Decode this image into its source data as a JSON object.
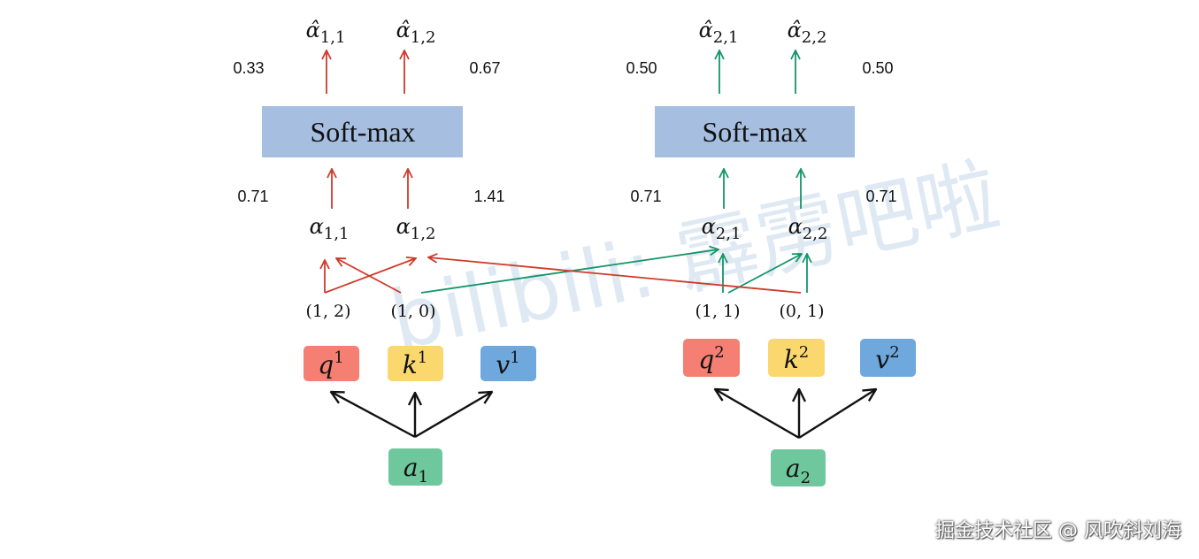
{
  "watermark": "bilibili: 霹雳吧啦",
  "footer": "掘金技术社区 @ 风吹斜刘海",
  "colors": {
    "red": "#d03a2a",
    "green": "#13966a",
    "black": "#111111",
    "q_box": "#f47f72",
    "k_box": "#fbd86e",
    "v_box": "#6fa8dc",
    "a_box": "#6fc79d",
    "softmax_box": "#a6bfe0"
  },
  "icons": {
    "arrow": "arrow-icon"
  },
  "left": {
    "softmax_label": "Soft-max",
    "input": {
      "base": "a",
      "sub": "1"
    },
    "q": {
      "base": "q",
      "sup": "1"
    },
    "k": {
      "base": "k",
      "sup": "1"
    },
    "v": {
      "base": "v",
      "sup": "1"
    },
    "q_vec": "(1, 2)",
    "k_vec": "(1, 0)",
    "score_1": {
      "base": "α",
      "sub": "1,1"
    },
    "score_2": {
      "base": "α",
      "sub": "1,2"
    },
    "score_1_value": "0.71",
    "score_2_value": "1.41",
    "softmax_1": {
      "base": "α̂",
      "sub": "1,1"
    },
    "softmax_2": {
      "base": "α̂",
      "sub": "1,2"
    },
    "softmax_1_value": "0.33",
    "softmax_2_value": "0.67"
  },
  "right": {
    "softmax_label": "Soft-max",
    "input": {
      "base": "a",
      "sub": "2"
    },
    "q": {
      "base": "q",
      "sup": "2"
    },
    "k": {
      "base": "k",
      "sup": "2"
    },
    "v": {
      "base": "v",
      "sup": "2"
    },
    "q_vec": "(1, 1)",
    "k_vec": "(0, 1)",
    "score_1": {
      "base": "α",
      "sub": "2,1"
    },
    "score_2": {
      "base": "α",
      "sub": "2,2"
    },
    "score_1_value": "0.71",
    "score_2_value": "0.71",
    "softmax_1": {
      "base": "α̂",
      "sub": "2,1"
    },
    "softmax_2": {
      "base": "α̂",
      "sub": "2,2"
    },
    "softmax_1_value": "0.50",
    "softmax_2_value": "0.50"
  }
}
